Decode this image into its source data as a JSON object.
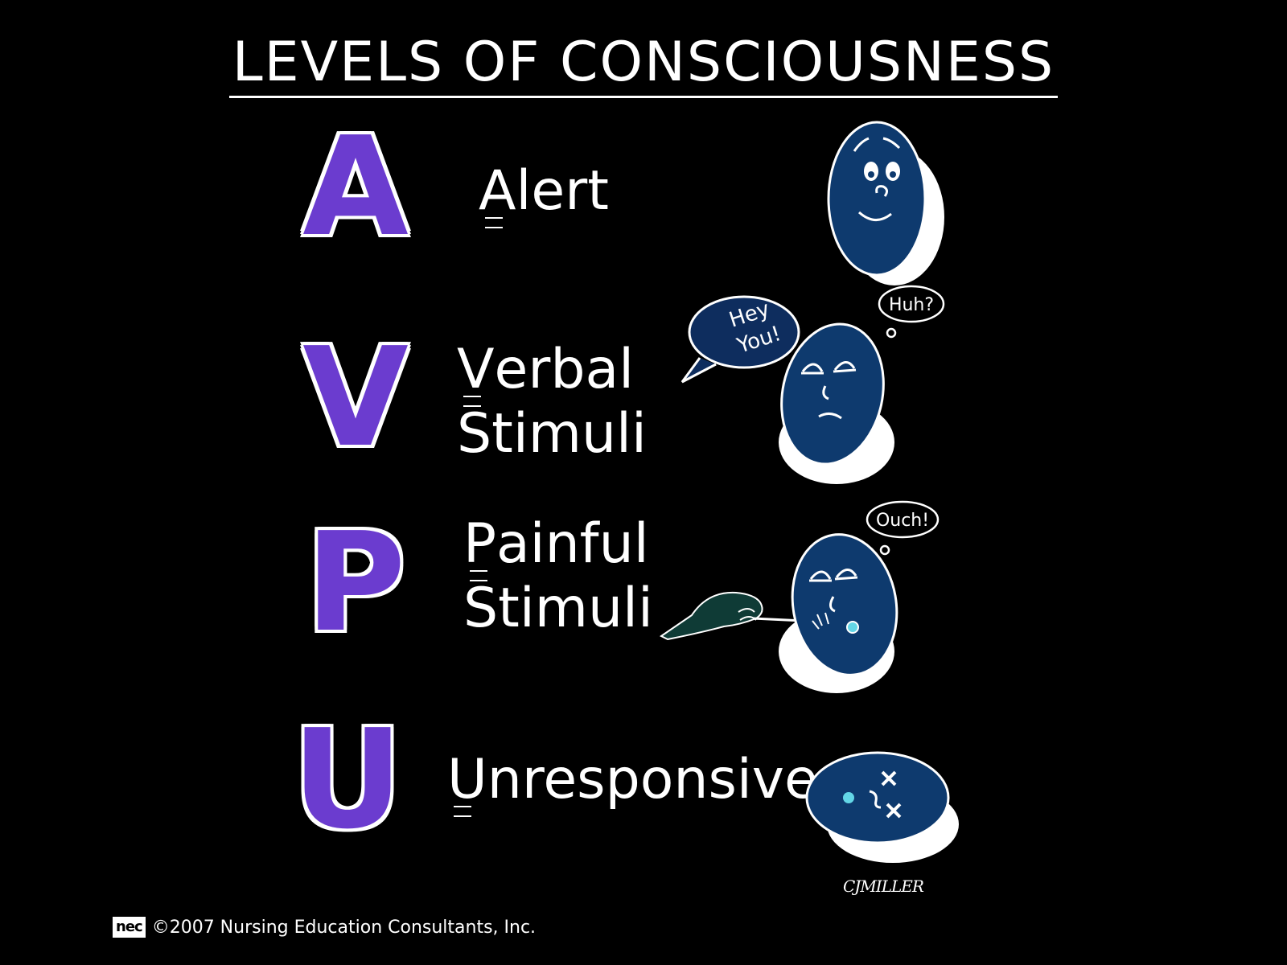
{
  "title": "LEVELS OF CONSCIOUSNESS",
  "levels": [
    {
      "letter": "A",
      "first": "A",
      "rest": "lert",
      "line2": ""
    },
    {
      "letter": "V",
      "first": "V",
      "rest": "erbal",
      "line2": "Stimuli"
    },
    {
      "letter": "P",
      "first": "P",
      "rest": "ainful",
      "line2": "Stimuli"
    },
    {
      "letter": "U",
      "first": "U",
      "rest": "nresponsive",
      "line2": ""
    }
  ],
  "bubbles": {
    "hey_you": [
      "Hey",
      "You!"
    ],
    "huh": "Huh?",
    "ouch": "Ouch!"
  },
  "signature": "CJMILLER",
  "footer": {
    "logo": "nec",
    "copyright": "©2007 Nursing Education Consultants, Inc."
  },
  "colors": {
    "background": "#000000",
    "letter_fill": "#6b3ccf",
    "face_fill": "#0e3a6e",
    "outline": "#ffffff",
    "glove": "#0f3b36"
  }
}
